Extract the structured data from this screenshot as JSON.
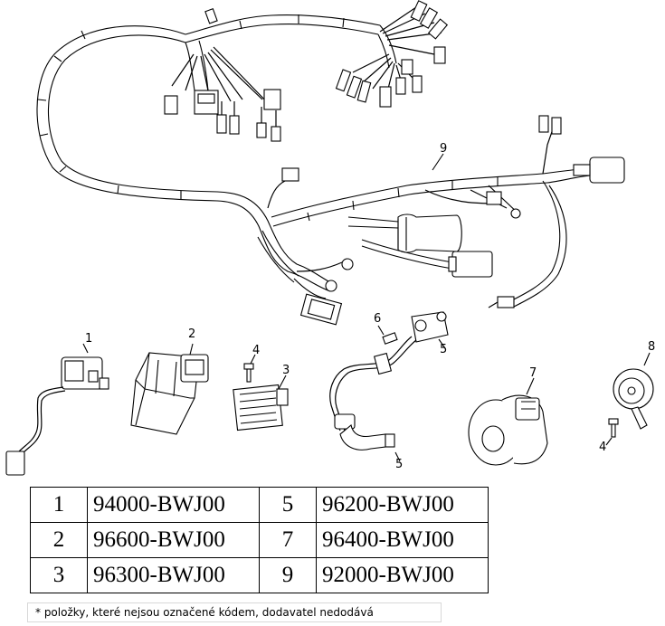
{
  "callouts": {
    "c1": "1",
    "c2": "2",
    "c3": "3",
    "c4a": "4",
    "c4b": "4",
    "c5a": "5",
    "c5b": "5",
    "c6": "6",
    "c7": "7",
    "c8": "8",
    "c9": "9"
  },
  "parts_table": {
    "rows": [
      {
        "left_num": "1",
        "left_code": "94000-BWJ00",
        "right_num": "5",
        "right_code": "96200-BWJ00"
      },
      {
        "left_num": "2",
        "left_code": "96600-BWJ00",
        "right_num": "7",
        "right_code": "96400-BWJ00"
      },
      {
        "left_num": "3",
        "left_code": "96300-BWJ00",
        "right_num": "9",
        "right_code": "92000-BWJ00"
      }
    ]
  },
  "note": "* položky, které nejsou označené kódem, dodavatel nedodává"
}
